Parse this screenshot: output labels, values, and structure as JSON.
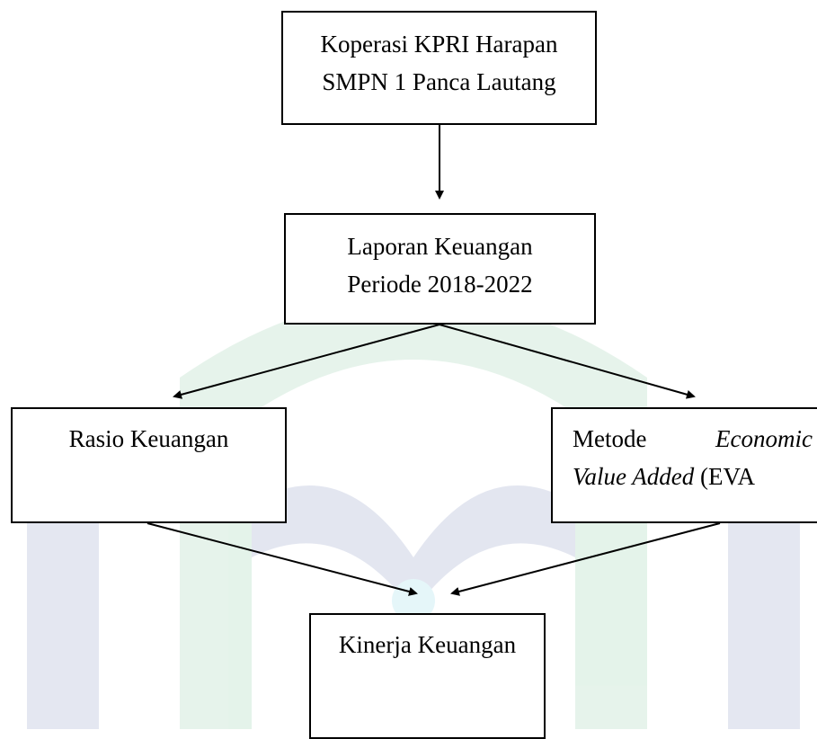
{
  "nodes": {
    "top": {
      "line1": "Koperasi KPRI Harapan",
      "line2": "SMPN 1 Panca Lautang"
    },
    "middle": {
      "line1": "Laporan Keuangan",
      "line2": "Periode 2018-2022"
    },
    "left": {
      "line1": "Rasio Keuangan"
    },
    "right": {
      "word1": "Metode",
      "word2": "Economic",
      "word3": "Value Added",
      "word4": "(EVA"
    },
    "bottom": {
      "line1": "Kinerja Keuangan"
    }
  },
  "edges": [
    {
      "from": "top",
      "to": "middle"
    },
    {
      "from": "middle",
      "to": "left"
    },
    {
      "from": "middle",
      "to": "right"
    },
    {
      "from": "left",
      "to": "bottom"
    },
    {
      "from": "right",
      "to": "bottom"
    }
  ],
  "watermark_colors": {
    "green": "#2ea05a",
    "navy": "#1f3a8a",
    "gold": "#f3c300",
    "cyan": "#2fb7d6"
  }
}
